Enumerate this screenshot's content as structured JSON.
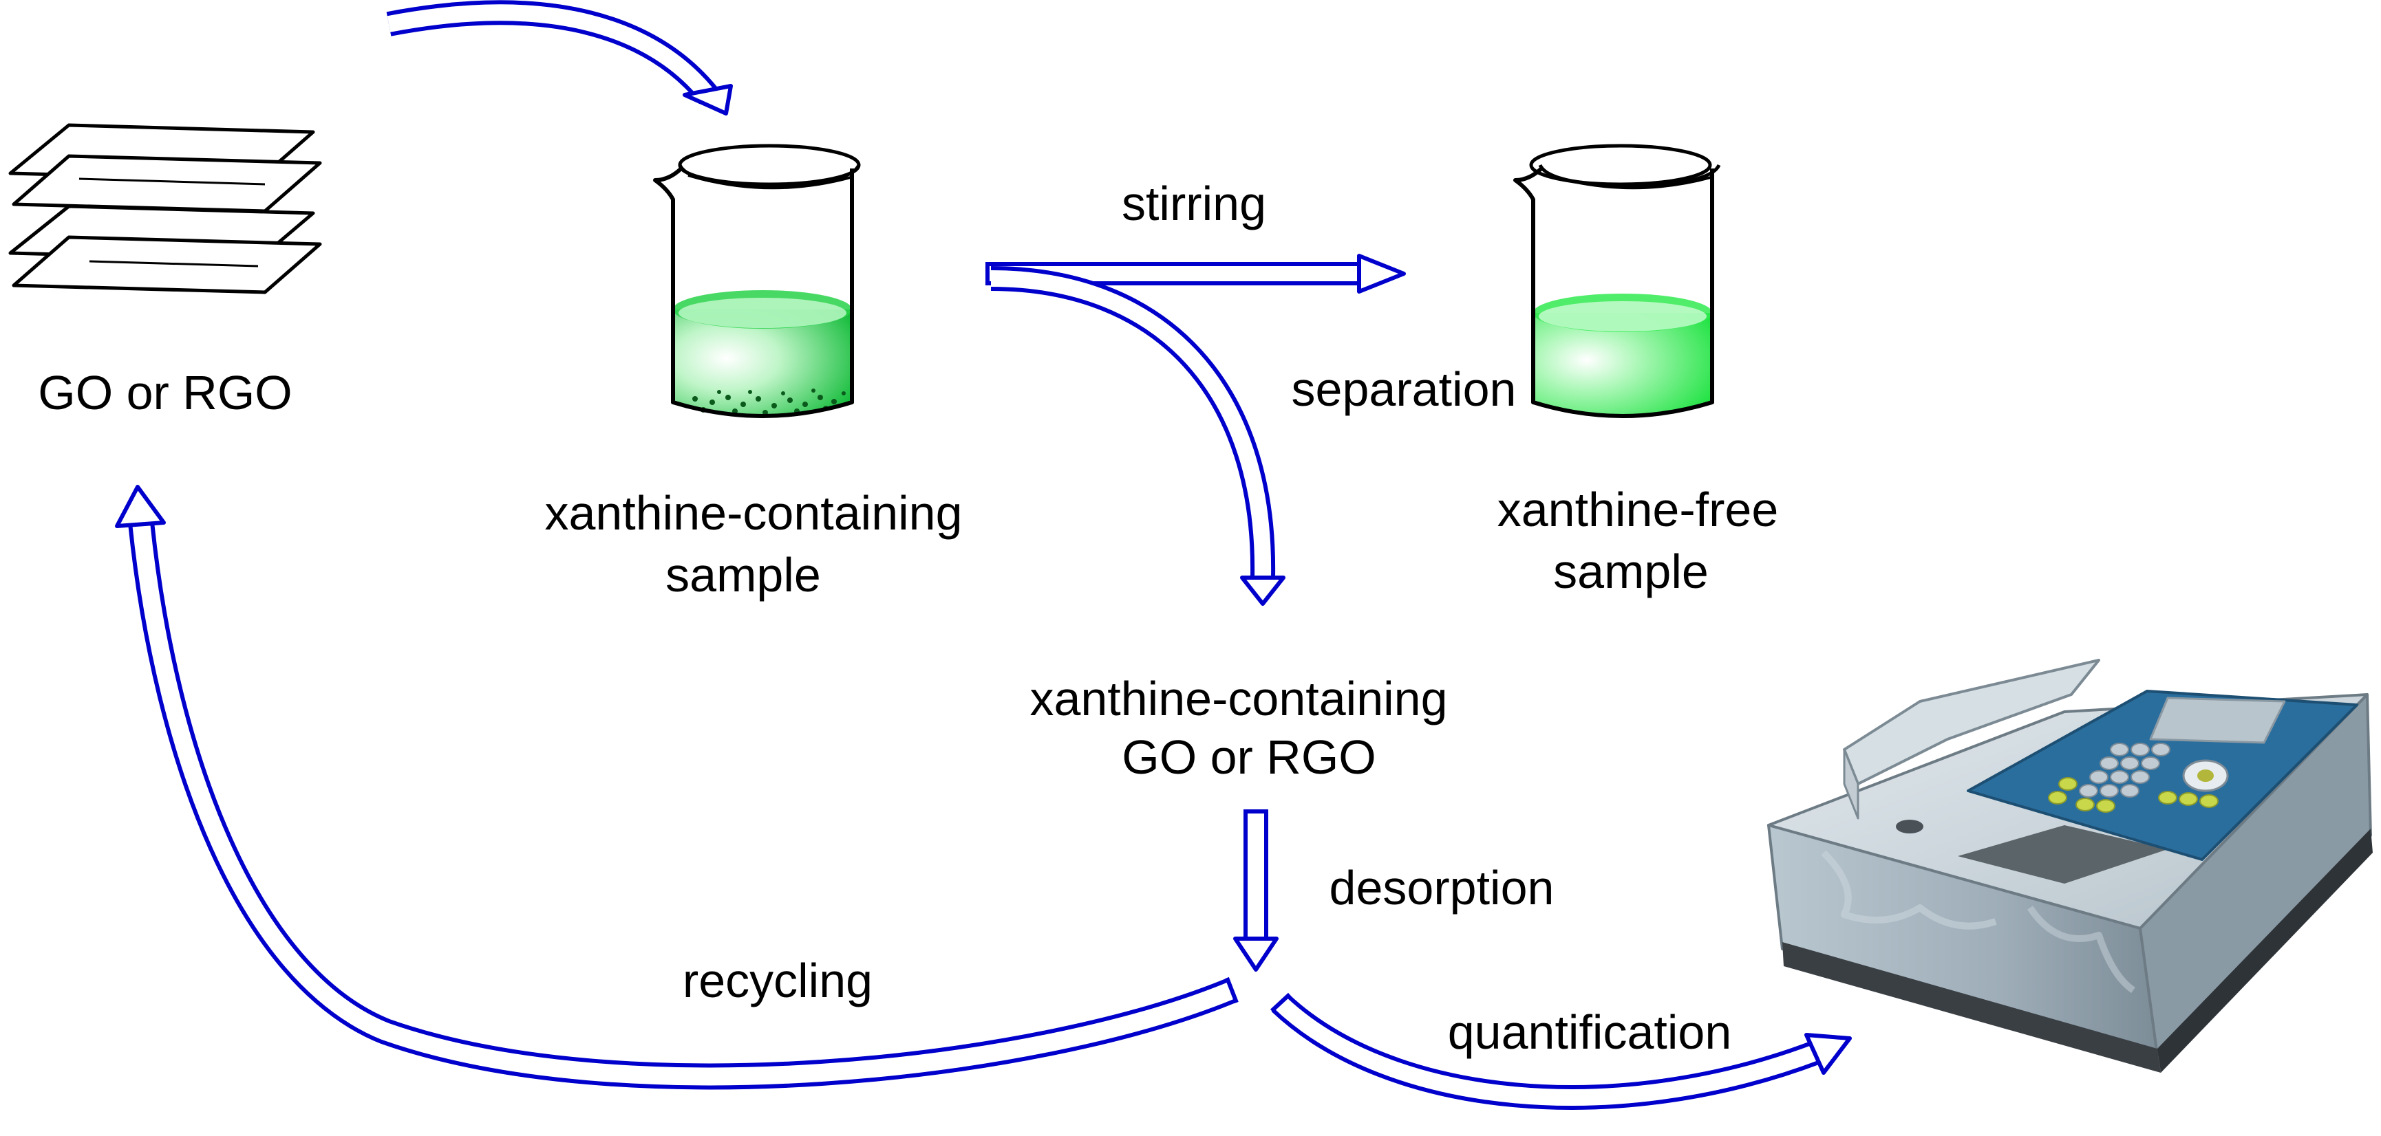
{
  "labels": {
    "go_rgo": "GO or RGO",
    "xanthine_containing_sample_line1": "xanthine-containing",
    "xanthine_containing_sample_line2": "sample",
    "stirring": "stirring",
    "separation": "separation",
    "xanthine_free_line1": "xanthine-free",
    "xanthine_free_line2": "sample",
    "xanthine_containing_go_line1": "xanthine-containing",
    "xanthine_containing_go_line2": "GO or RGO",
    "desorption": "desorption",
    "recycling": "recycling",
    "quantification": "quantification"
  },
  "colors": {
    "arrow_stroke": "#0000cc",
    "liquid_green": "#22dd44",
    "instrument_body": "#aab8c2",
    "instrument_panel": "#2a6e9e",
    "button_yellow": "#c8d84a"
  },
  "icons": {
    "sheets": "graphene-sheets-icon",
    "beaker": "beaker-icon",
    "instrument": "spectrophotometer-icon"
  }
}
